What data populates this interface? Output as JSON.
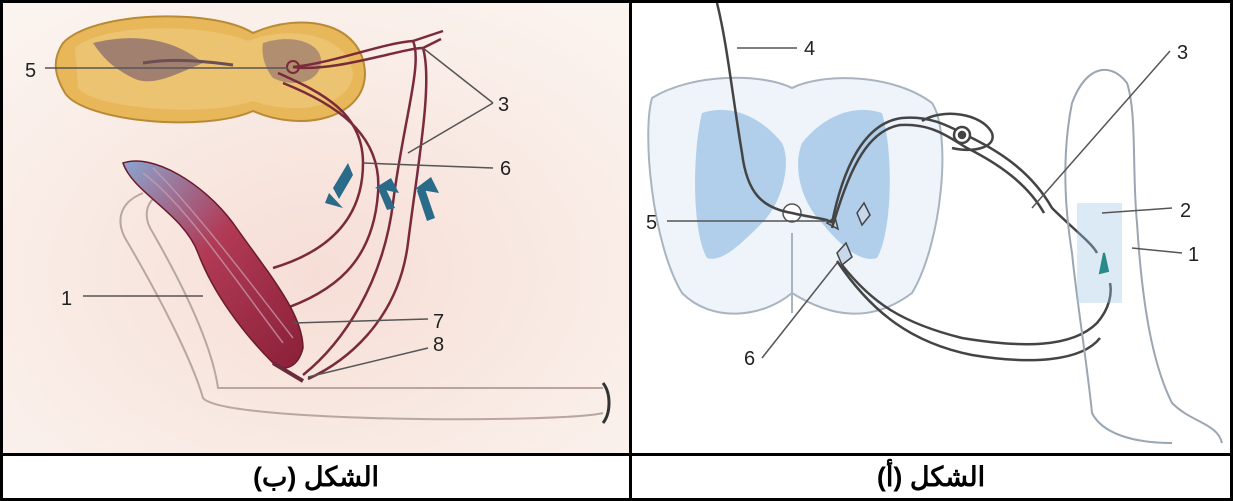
{
  "figure_b": {
    "caption": "الشكل (ب)",
    "labels": {
      "l5": "5",
      "l3": "3",
      "l6": "6",
      "l1": "1",
      "l7": "7",
      "l8": "8"
    }
  },
  "figure_a": {
    "caption": "الشكل (أ)",
    "labels": {
      "l4": "4",
      "l3": "3",
      "l2": "2",
      "l1": "1",
      "l5": "5",
      "l6": "6"
    }
  },
  "colors": {
    "border": "#000000",
    "spinal_cord_b": "#e8b75a",
    "muscle": "#a8344a",
    "nerve": "#7a2a3a",
    "arrow": "#2a6b8a",
    "gray_matter_a": "#9cc3e4",
    "bone_fill": "#f3e6dd"
  }
}
